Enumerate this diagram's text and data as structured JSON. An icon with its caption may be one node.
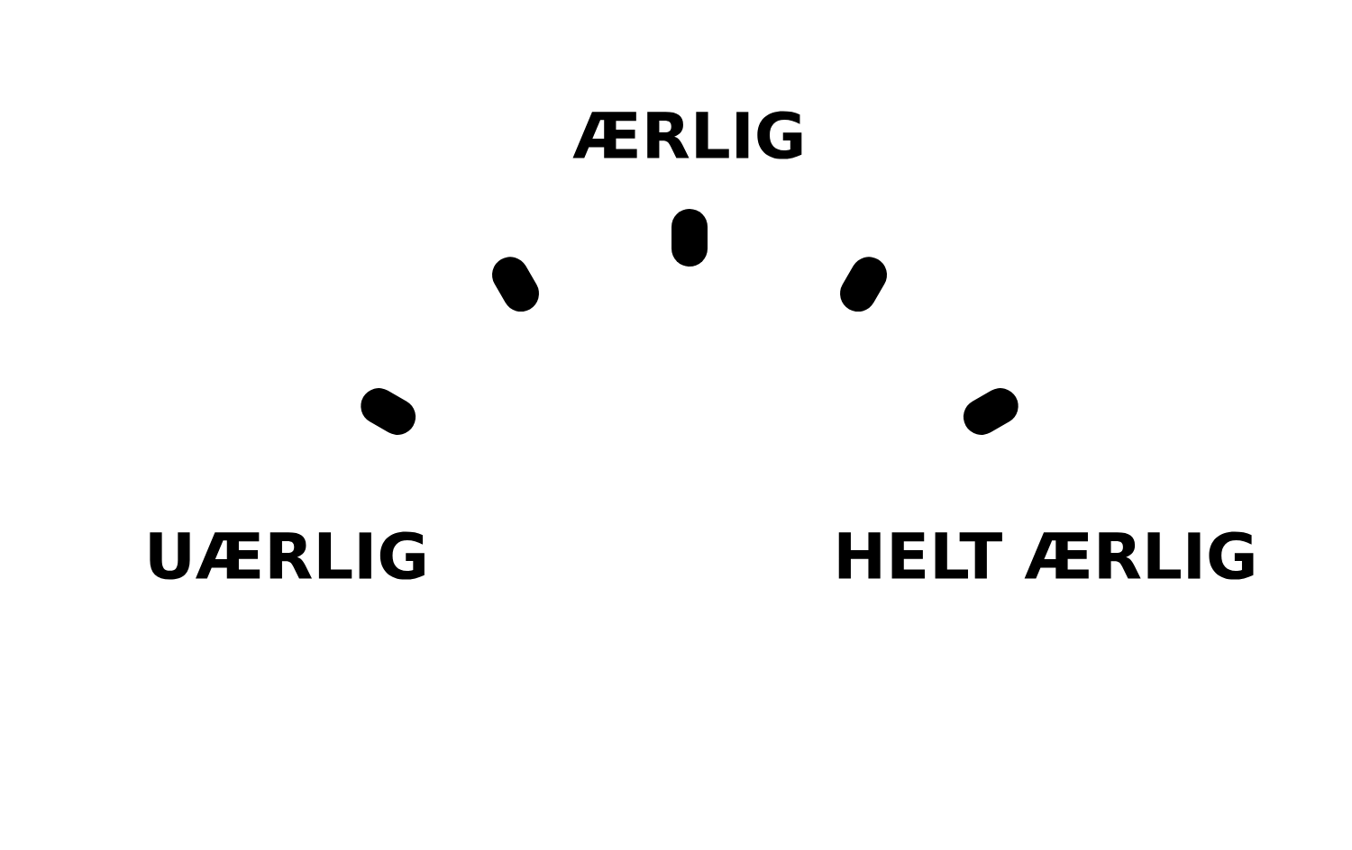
{
  "diagram": {
    "labels": [
      "ÆRLIG",
      "UÆRLIG",
      "HELT ÆRLIG"
    ]
  }
}
